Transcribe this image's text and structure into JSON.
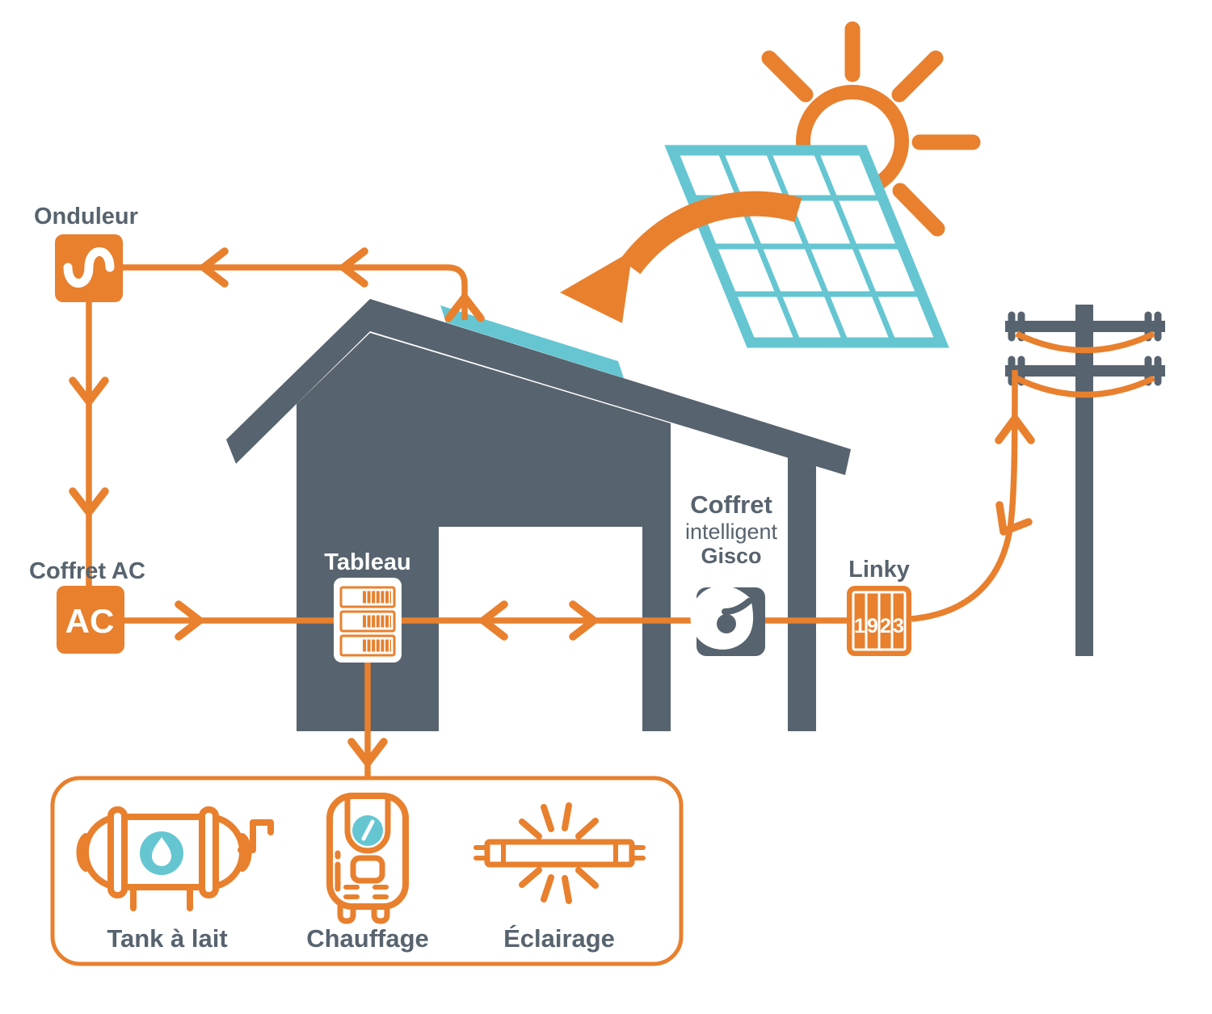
{
  "colors": {
    "orange": "#E8802E",
    "slate": "#57636E",
    "teal": "#65C6D2",
    "white": "#FFFFFF"
  },
  "nodes": {
    "onduleur": {
      "label": "Onduleur",
      "icon": "sine-wave-icon"
    },
    "coffret_ac": {
      "label": "Coffret AC",
      "icon_text": "AC"
    },
    "tableau": {
      "label": "Tableau",
      "icon": "breaker-panel-icon"
    },
    "coffret_gisco": {
      "label_line1": "Coffret",
      "label_line2": "intelligent",
      "label_line3": "Gisco",
      "icon": "gisco-drop-icon"
    },
    "linky": {
      "label": "Linky",
      "meter_digits": [
        "1",
        "9",
        "2",
        "3"
      ]
    }
  },
  "loads": {
    "tank": {
      "label": "Tank à lait",
      "icon": "milk-tank-icon"
    },
    "chauffage": {
      "label": "Chauffage",
      "icon": "water-heater-icon"
    },
    "eclairage": {
      "label": "Éclairage",
      "icon": "fluorescent-tube-icon"
    }
  },
  "scene": {
    "sun": "sun-icon",
    "solar_panel": "solar-panel",
    "house": "farm-building",
    "utility_pole": "utility-pole"
  }
}
